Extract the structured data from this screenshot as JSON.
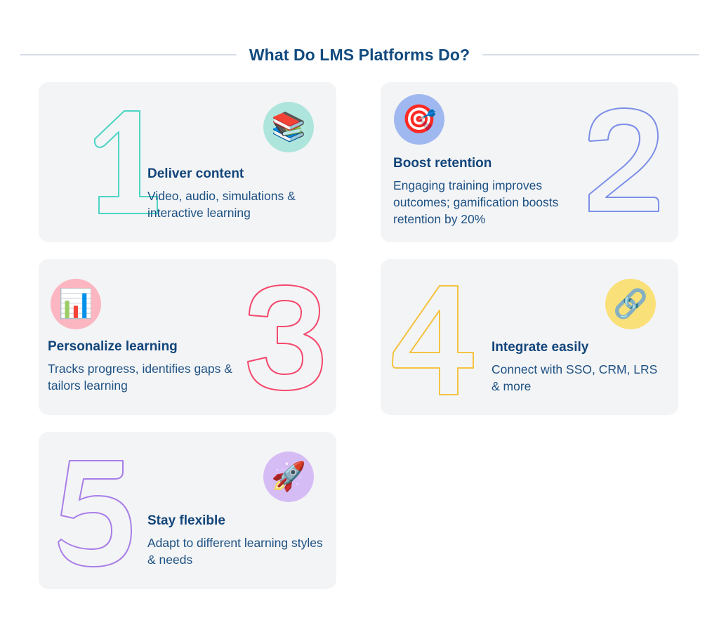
{
  "header": {
    "title": "What Do LMS Platforms Do?",
    "rule_color": "#d7dee6",
    "title_color": "#114a7e"
  },
  "theme": {
    "page_background": "#ffffff",
    "card_background": "#f3f4f6",
    "title_color": "#12457a",
    "body_color": "#1d5183"
  },
  "cards": [
    {
      "number": "1",
      "title": "Deliver content",
      "description": "Video, audio, simulations & interactive learning",
      "icon": "books-icon",
      "icon_glyph": "📚",
      "badge_color": "#ade5dc",
      "numeral_color": "#4dd4c4"
    },
    {
      "number": "2",
      "title": "Boost retention",
      "description": "Engaging training improves outcomes; gamification boosts retention by 20%",
      "icon": "bullseye-target-icon",
      "icon_glyph": "🎯",
      "badge_color": "#9fb8f0",
      "numeral_color": "#7b8fe8"
    },
    {
      "number": "3",
      "title": "Personalize learning",
      "description": "Tracks progress, identifies gaps & tailors learning",
      "icon": "bar-chart-icon",
      "icon_glyph": "📊",
      "badge_color": "#fbb6c1",
      "numeral_color": "#f4496d"
    },
    {
      "number": "4",
      "title": "Integrate easily",
      "description": "Connect with SSO, CRM, LRS & more",
      "icon": "chain-link-icon",
      "icon_glyph": "🔗",
      "badge_color": "#fae078",
      "numeral_color": "#f5c242"
    },
    {
      "number": "5",
      "title": "Stay flexible",
      "description": "Adapt to different learning styles & needs",
      "icon": "rocket-icon",
      "icon_glyph": "🚀",
      "badge_color": "#d6bcf5",
      "numeral_color": "#a87ee8"
    }
  ]
}
